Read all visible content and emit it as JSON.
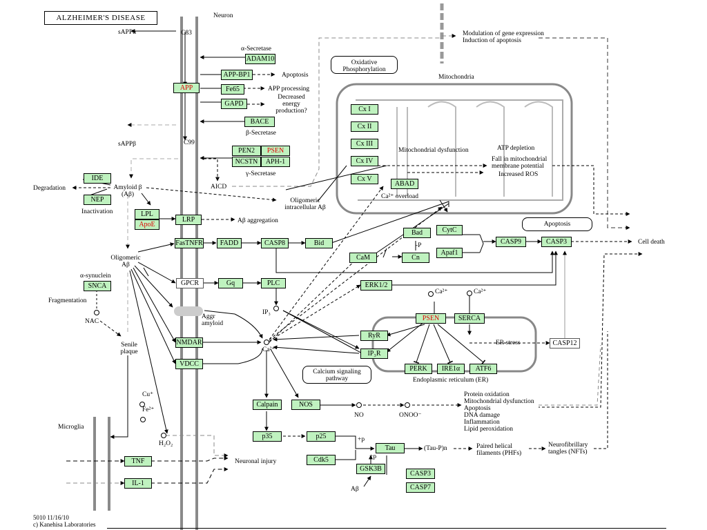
{
  "title": "ALZHEIMER'S DISEASE",
  "footer": {
    "line1": "5010 11/16/10",
    "line2": "c) Kanehisa Laboratories"
  },
  "genes": {
    "adam10": "ADAM10",
    "app": "APP",
    "appbp1": "APP-BP1",
    "fe65": "Fe65",
    "gapd": "GAPD",
    "bace": "BACE",
    "pen2": "PEN2",
    "psen_g": "PSEN",
    "ncstn": "NCSTN",
    "aph1": "APH-1",
    "ide": "IDE",
    "nep": "NEP",
    "lpl": "LPL",
    "apoe": "ApoE",
    "lrp": "LRP",
    "fastnfr": "FasTNFR",
    "fadd": "FADD",
    "casp8": "CASP8",
    "bid": "Bid",
    "bad": "Bad",
    "cytc": "CytC",
    "casp9": "CASP9",
    "casp3a": "CASP3",
    "apaf1": "Apaf1",
    "cam": "CaM",
    "cn": "Cn",
    "cx1": "Cx I",
    "cx2": "Cx II",
    "cx3": "Cx III",
    "cx4": "Cx IV",
    "cx5": "Cx V",
    "abad": "ABAD",
    "snca": "SNCA",
    "gpcr": "GPCR",
    "gq": "Gq",
    "plc": "PLC",
    "erk": "ERK1/2",
    "nmdar": "NMDAR",
    "vdcc": "VDCC",
    "ryr": "RyR",
    "ip3r": "IP₃R",
    "psen_er": "PSEN",
    "serca": "SERCA",
    "perk": "PERK",
    "ire1": "IRE1α",
    "atf6": "ATF6",
    "casp12": "CASP12",
    "calpain": "Calpain",
    "nos": "NOS",
    "p35": "p35",
    "p25": "p25",
    "cdk5": "Cdk5",
    "tau": "Tau",
    "gsk3b": "GSK3B",
    "casp3b": "CASP3",
    "casp7": "CASP7",
    "tnf": "TNF",
    "il1": "IL-1"
  },
  "labels": {
    "neuron": "Neuron",
    "sappa": "sAPPα",
    "c83": "C83",
    "a_secretase": "α-Secretase",
    "apoptosis1": "Apoptosis",
    "app_processing": "APP processing",
    "dec_energy1": "Decreased",
    "dec_energy2": "energy",
    "dec_energy3": "production?",
    "b_secretase": "β-Secretase",
    "sappb": "sAPPβ",
    "c99": "C99",
    "g_secretase": "γ-Secretase",
    "aicd": "AICD",
    "modulation1": "Modulation of gene expression",
    "modulation2": "Induction of apoptosis",
    "oxphos1": "Oxidative",
    "oxphos2": "Phosphorylation",
    "mitochondria": "Mitochondria",
    "mito_dys": "Mitochondrial dysfunction",
    "atp_dep": "ATP depletion",
    "fall1": "Fall in mitochondrial",
    "fall2": "membrane potential",
    "inc_ros": "Increased ROS",
    "ca_overload": "Ca²⁺ overload",
    "degradation": "Degradation",
    "amyloid1": "Amyloid β",
    "amyloid2": "(Aβ)",
    "inactivation": "Inactivation",
    "olig_intra1": "Oligomeric",
    "olig_intra2": "intracellular Aβ",
    "ab_agg": "Aβ aggregation",
    "apoptosis_box": "Apoptosis",
    "cell_death": "Cell death",
    "p_bad": "-P",
    "olig1": "Oligomeric",
    "olig2": "Aβ",
    "a_syn": "α-synuclein",
    "fragmentation": "Fragmentation",
    "nac": "NAC",
    "senile1": "Senile",
    "senile2": "plaque",
    "ip3": "IP₃",
    "aggr1": "Aggr",
    "aggr2": "amyloid",
    "ca2_center": "Ca²⁺",
    "ca2_a": "Ca²⁺",
    "ca2_b": "Ca²⁺",
    "er_stress": "ER stress",
    "er_label": "Endoplasmic reticulum (ER)",
    "calc1": "Calcium signaling",
    "calc2": "pathway",
    "no": "NO",
    "onoo": "ONOO⁻",
    "protein_ox": "Protein oxidation",
    "mito_dys2": "Mitochondrial dysfunction",
    "apoptosis2": "Apoptosis",
    "dna_damage": "DNA damage",
    "inflammation": "Inflammation",
    "lipid_perox": "Lipid peroxidation",
    "cu": "Cu⁺",
    "fe": "Fe²⁺",
    "h2o2": "H₂O₂",
    "microglia": "Microglia",
    "neuronal_injury": "Neuronal injury",
    "tau_p": "(Tau-P)n",
    "phf1": "Paired helical",
    "phf2": "filaments (PHFs)",
    "nft1": "Neurofibrillary",
    "nft2": "tangles (NFTs)",
    "plus_p1": "+p",
    "plus_p2": "+p",
    "ab_gsk": "Aβ"
  }
}
